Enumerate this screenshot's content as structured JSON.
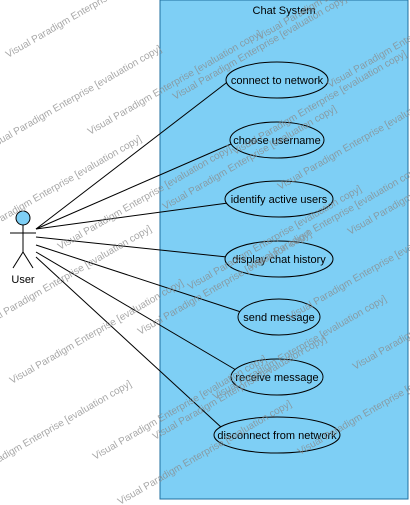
{
  "diagram": {
    "system": {
      "title": "Chat System",
      "fill": "#7ecff5",
      "stroke": "#1f6f9f"
    },
    "actor": {
      "name": "User",
      "head_fill": "#7ecff5"
    },
    "use_cases": [
      {
        "id": "connect-to-network",
        "label": "connect to network"
      },
      {
        "id": "choose-username",
        "label": "choose username"
      },
      {
        "id": "identify-active-users",
        "label": "identify active users"
      },
      {
        "id": "display-chat-history",
        "label": "display chat history"
      },
      {
        "id": "send-message",
        "label": "send message"
      },
      {
        "id": "receive-message",
        "label": "receive message"
      },
      {
        "id": "disconnect-from-network",
        "label": "disconnect from network"
      }
    ],
    "watermark": "Visual Paradigm Enterprise [evaluation copy]"
  }
}
